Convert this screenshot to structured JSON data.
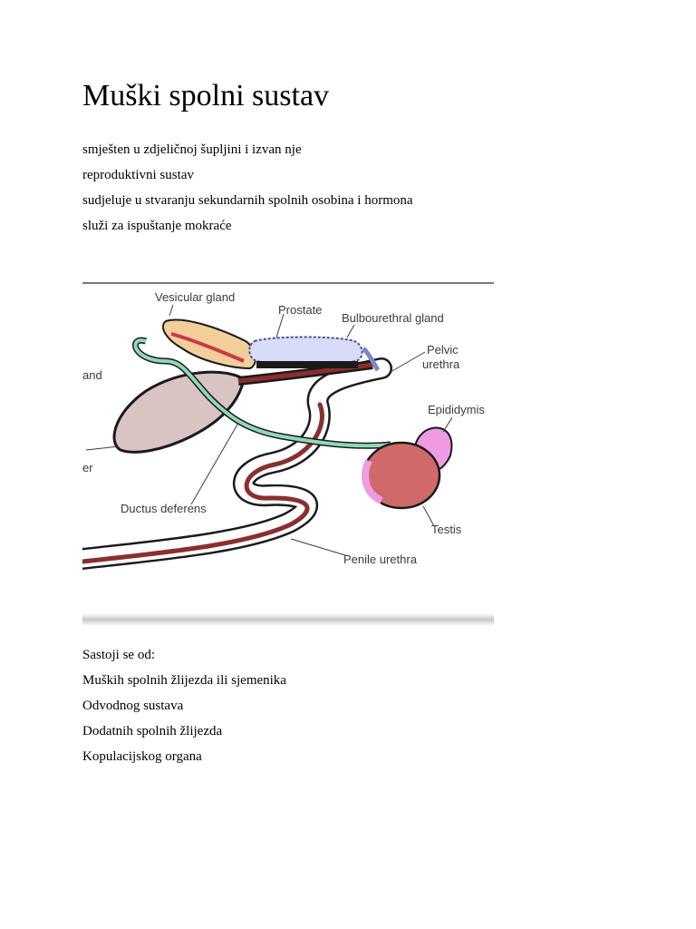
{
  "page": {
    "title": "Muški spolni sustav",
    "intro_lines": [
      "smješten u zdjeličnoj šupljini i izvan nje",
      "reproduktivni sustav",
      "sudjeluje u stvaranju sekundarnih spolnih osobina i hormona",
      "služi za ispuštanje mokraće"
    ],
    "parts_heading": "Sastoji se od:",
    "parts": [
      "Muških spolnih žlijezda ili sjemenika",
      "Odvodnog sustava",
      "Dodatnih spolnih žlijezda",
      "Kopulacijskog organa"
    ]
  },
  "figure": {
    "labels": {
      "vesicular_gland": "Vesicular gland",
      "prostate": "Prostate",
      "bulbourethral_gland": "Bulbourethral gland",
      "pelvic": "Pelvic",
      "urethra": "urethra",
      "gland_cut": "and",
      "bladder_cut": "er",
      "epididymis": "Epididymis",
      "ductus_deferens": "Ductus deferens",
      "testis": "Testis",
      "penile_urethra": "Penile urethra"
    },
    "colors": {
      "bladder": "#d9c3c3",
      "urethra": "#8a2e2e",
      "ductus": "#8fd8b8",
      "vesicular_gland": "#f2cf9a",
      "prostate": "#d9dcf8",
      "testis": "#d06a6a",
      "epididymis": "#ee9be4"
    }
  }
}
